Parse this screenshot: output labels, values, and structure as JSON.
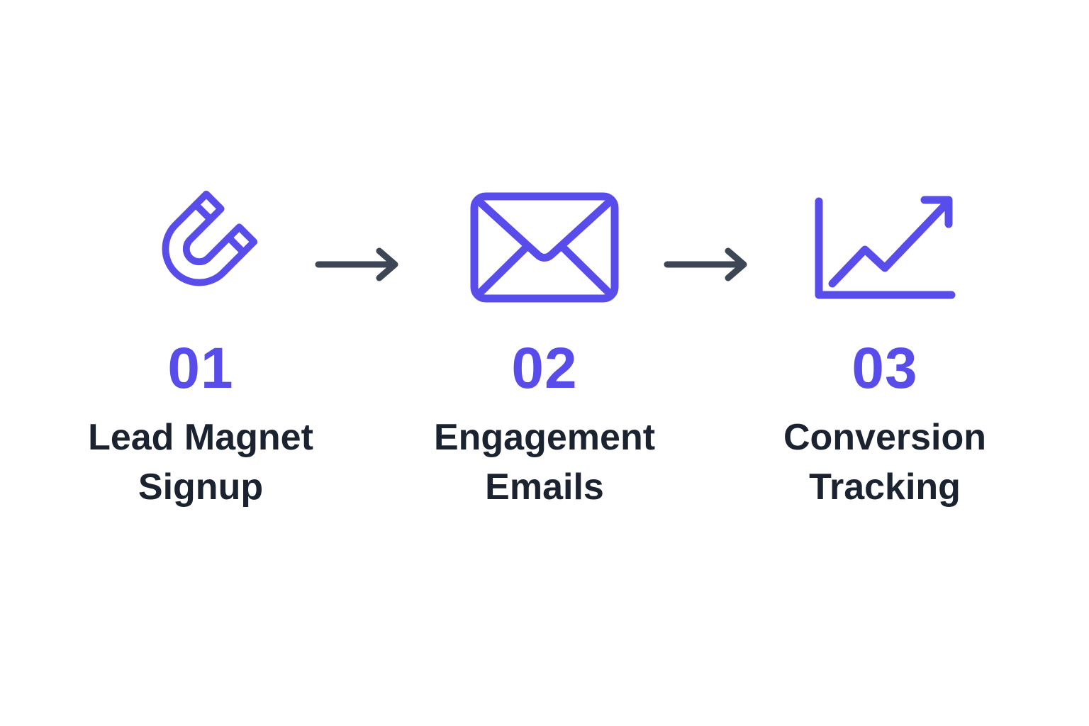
{
  "colors": {
    "accent": "#584CEB",
    "arrow": "#3D4654",
    "text": "#1B2330",
    "bg": "#FFFFFF"
  },
  "steps": [
    {
      "number": "01",
      "label_line1": "Lead Magnet",
      "label_line2": "Signup",
      "icon": "magnet-icon"
    },
    {
      "number": "02",
      "label_line1": "Engagement",
      "label_line2": "Emails",
      "icon": "envelope-icon"
    },
    {
      "number": "03",
      "label_line1": "Conversion",
      "label_line2": "Tracking",
      "icon": "chart-line-up-icon"
    }
  ],
  "connectors": [
    {
      "icon": "arrow-right-icon"
    },
    {
      "icon": "arrow-right-icon"
    }
  ]
}
